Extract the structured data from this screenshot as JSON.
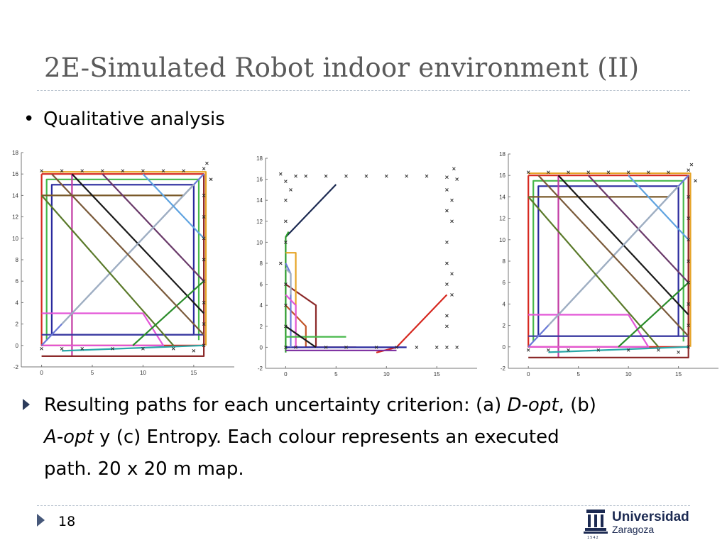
{
  "slide": {
    "title": "2E-Simulated Robot indoor environment (II)",
    "bullet": "Qualitative analysis",
    "caption": {
      "line1_a": "Resulting paths for each uncertainty criterion: (a) ",
      "line1_dopt": "D-opt",
      "line1_b": ", (b)",
      "line2_aopt": "A-opt",
      "line2_b": " y (c) Entropy.  Each colour represents an  executed",
      "line3": "path. 20 x 20 m map."
    },
    "page_number": "18",
    "logo": {
      "name": "Universidad",
      "city": "Zaragoza",
      "year": "1542",
      "icon": "university-crest-icon"
    }
  },
  "chart_data": [
    {
      "type": "line",
      "panel": "(a) D-opt",
      "xlim": [
        -2,
        19
      ],
      "ylim": [
        -2,
        18
      ],
      "xticks": [
        0,
        5,
        10,
        15
      ],
      "yticks": [
        -2,
        0,
        2,
        4,
        6,
        8,
        10,
        12,
        14,
        16,
        18
      ],
      "landmarks": [
        [
          0,
          16.3
        ],
        [
          2,
          16.3
        ],
        [
          4,
          16.3
        ],
        [
          6,
          16.3
        ],
        [
          8,
          16.3
        ],
        [
          10,
          16.3
        ],
        [
          12,
          16.3
        ],
        [
          14,
          16.3
        ],
        [
          16,
          16.5
        ],
        [
          16.7,
          15.5
        ],
        [
          16.3,
          17
        ],
        [
          16,
          14
        ],
        [
          16,
          12
        ],
        [
          16,
          10
        ],
        [
          16,
          8
        ],
        [
          16,
          6
        ],
        [
          16,
          4
        ],
        [
          16,
          2
        ],
        [
          16,
          0
        ],
        [
          15,
          -0.5
        ],
        [
          13,
          -0.3
        ],
        [
          10,
          -0.3
        ],
        [
          7,
          -0.3
        ],
        [
          4,
          -0.3
        ],
        [
          2,
          -0.3
        ],
        [
          0,
          -0.3
        ]
      ],
      "series": [
        {
          "color": "#d6281f",
          "points": [
            [
              0,
              16
            ],
            [
              16,
              16
            ],
            [
              16,
              0
            ],
            [
              0,
              0
            ],
            [
              0,
              16
            ]
          ]
        },
        {
          "color": "#2a2a9e",
          "points": [
            [
              1,
              1
            ],
            [
              1,
              15
            ],
            [
              15,
              15
            ],
            [
              15,
              1
            ],
            [
              1,
              1
            ]
          ]
        },
        {
          "color": "#47b84a",
          "points": [
            [
              0.5,
              0.5
            ],
            [
              0.5,
              15.5
            ],
            [
              15.5,
              15.5
            ],
            [
              15.5,
              0.5
            ]
          ]
        },
        {
          "color": "#e6a426",
          "points": [
            [
              0,
              16.2
            ],
            [
              16.2,
              16.2
            ],
            [
              16.2,
              0
            ]
          ]
        },
        {
          "color": "#c23aa3",
          "points": [
            [
              3,
              16
            ],
            [
              3,
              -1
            ]
          ]
        },
        {
          "color": "#7a5a2a",
          "points": [
            [
              0,
              14
            ],
            [
              14,
              14
            ],
            [
              15,
              15
            ]
          ]
        },
        {
          "color": "#e356d8",
          "points": [
            [
              0,
              3
            ],
            [
              10,
              3
            ],
            [
              12,
              0
            ],
            [
              0,
              0
            ]
          ]
        },
        {
          "color": "#8c2a2a",
          "points": [
            [
              0,
              -1
            ],
            [
              16,
              -1
            ],
            [
              16,
              16
            ]
          ]
        },
        {
          "color": "#3a3aa0",
          "points": [
            [
              0,
              1
            ],
            [
              16,
              1
            ]
          ]
        },
        {
          "color": "#1a1a1a",
          "points": [
            [
              3,
              16
            ],
            [
              16,
              3
            ]
          ]
        },
        {
          "color": "#6a3a6a",
          "points": [
            [
              6,
              16
            ],
            [
              16,
              6
            ]
          ]
        },
        {
          "color": "#6a7ad8",
          "points": [
            [
              0,
              0
            ],
            [
              16,
              16
            ]
          ]
        },
        {
          "color": "#a0b0c0",
          "points": [
            [
              2,
              2
            ],
            [
              15,
              15
            ]
          ]
        },
        {
          "color": "#5fa3e0",
          "points": [
            [
              10,
              16
            ],
            [
              16,
              10
            ]
          ]
        },
        {
          "color": "#5a7a2a",
          "points": [
            [
              0,
              14
            ],
            [
              13,
              0
            ]
          ]
        },
        {
          "color": "#2a8c2a",
          "points": [
            [
              9,
              0
            ],
            [
              16,
              6
            ]
          ]
        },
        {
          "color": "#2aa8a8",
          "points": [
            [
              2,
              -0.5
            ],
            [
              16,
              0
            ]
          ]
        },
        {
          "color": "#7a5a3a",
          "points": [
            [
              1,
              16
            ],
            [
              16,
              1
            ]
          ]
        }
      ]
    },
    {
      "type": "line",
      "panel": "(b) A-opt",
      "xlim": [
        -2,
        19
      ],
      "ylim": [
        -2,
        18
      ],
      "xticks": [
        0,
        5,
        10,
        15
      ],
      "yticks": [
        -2,
        0,
        2,
        4,
        6,
        8,
        10,
        12,
        14,
        16,
        18
      ],
      "landmarks": [
        [
          -0.5,
          16.5
        ],
        [
          0,
          15.8
        ],
        [
          1,
          16.3
        ],
        [
          2,
          16.3
        ],
        [
          4,
          16.3
        ],
        [
          6,
          16.3
        ],
        [
          8,
          16.3
        ],
        [
          10,
          16.3
        ],
        [
          12,
          16.3
        ],
        [
          14,
          16.3
        ],
        [
          16,
          16.2
        ],
        [
          16.7,
          17
        ],
        [
          17,
          16
        ],
        [
          16,
          15
        ],
        [
          16.5,
          14
        ],
        [
          16,
          13
        ],
        [
          16.5,
          12
        ],
        [
          16,
          10
        ],
        [
          16,
          8
        ],
        [
          16.5,
          7
        ],
        [
          16,
          6
        ],
        [
          16.5,
          5
        ],
        [
          16,
          3
        ],
        [
          16,
          2
        ],
        [
          15,
          0
        ],
        [
          16,
          0
        ],
        [
          17,
          0
        ],
        [
          13,
          0
        ],
        [
          11,
          0
        ],
        [
          9,
          0
        ],
        [
          6,
          0
        ],
        [
          4,
          0
        ],
        [
          1,
          0
        ],
        [
          0,
          0
        ],
        [
          0,
          2
        ],
        [
          0,
          4
        ],
        [
          0,
          6
        ],
        [
          -0.5,
          8
        ],
        [
          0,
          10
        ],
        [
          0,
          12
        ],
        [
          0,
          14
        ],
        [
          0.5,
          15
        ]
      ],
      "series": [
        {
          "color": "#1c2a52",
          "points": [
            [
              0,
              10.5
            ],
            [
              0.5,
              11
            ],
            [
              5,
              15.5
            ]
          ]
        },
        {
          "color": "#2a9a2a",
          "points": [
            [
              0,
              -0.5
            ],
            [
              0,
              10.5
            ],
            [
              0.3,
              11
            ]
          ]
        },
        {
          "color": "#d6281f",
          "points": [
            [
              9,
              -0.5
            ],
            [
              11,
              0
            ],
            [
              16,
              5
            ]
          ]
        },
        {
          "color": "#8c2a2a",
          "points": [
            [
              0,
              6
            ],
            [
              3,
              4
            ],
            [
              3,
              0
            ]
          ]
        },
        {
          "color": "#c2562a",
          "points": [
            [
              0,
              4
            ],
            [
              2,
              2
            ],
            [
              2,
              0
            ],
            [
              7,
              0
            ]
          ]
        },
        {
          "color": "#2a2a9e",
          "points": [
            [
              0,
              0
            ],
            [
              12,
              0
            ]
          ]
        },
        {
          "color": "#7a2a9e",
          "points": [
            [
              0,
              -0.3
            ],
            [
              11,
              -0.3
            ]
          ]
        },
        {
          "color": "#e6a426",
          "points": [
            [
              0,
              9
            ],
            [
              1,
              9
            ],
            [
              1,
              0
            ]
          ]
        },
        {
          "color": "#6a7ad8",
          "points": [
            [
              0,
              8
            ],
            [
              0.5,
              7
            ],
            [
              0.5,
              0
            ]
          ]
        },
        {
          "color": "#a0b0c0",
          "points": [
            [
              0,
              7.5
            ],
            [
              0.5,
              7
            ],
            [
              0.5,
              5
            ]
          ]
        },
        {
          "color": "#e356d8",
          "points": [
            [
              0,
              5
            ],
            [
              1,
              4
            ],
            [
              1,
              0
            ]
          ]
        },
        {
          "color": "#47b84a",
          "points": [
            [
              0,
              1
            ],
            [
              6,
              1
            ]
          ]
        },
        {
          "color": "#1a1a1a",
          "points": [
            [
              0,
              2
            ],
            [
              3,
              0
            ]
          ]
        }
      ]
    },
    {
      "type": "line",
      "panel": "(c) Entropy",
      "xlim": [
        -2,
        19
      ],
      "ylim": [
        -2,
        18
      ],
      "xticks": [
        0,
        5,
        10,
        15
      ],
      "yticks": [
        -2,
        0,
        2,
        4,
        6,
        8,
        10,
        12,
        14,
        16,
        18
      ],
      "landmarks": [
        [
          0,
          16.3
        ],
        [
          2,
          16.3
        ],
        [
          4,
          16.3
        ],
        [
          6,
          16.3
        ],
        [
          8,
          16.3
        ],
        [
          10,
          16.3
        ],
        [
          12,
          16.3
        ],
        [
          14,
          16.3
        ],
        [
          16,
          16.5
        ],
        [
          16.7,
          15.5
        ],
        [
          16.3,
          17
        ],
        [
          16,
          14
        ],
        [
          16,
          12
        ],
        [
          16,
          10
        ],
        [
          16,
          8
        ],
        [
          16,
          6
        ],
        [
          16,
          4
        ],
        [
          16,
          2
        ],
        [
          16,
          0
        ],
        [
          15,
          -0.5
        ],
        [
          13,
          -0.3
        ],
        [
          10,
          -0.3
        ],
        [
          7,
          -0.3
        ],
        [
          4,
          -0.3
        ],
        [
          2,
          -0.3
        ],
        [
          0,
          -0.3
        ]
      ],
      "series": [
        {
          "color": "#d6281f",
          "points": [
            [
              0,
              16
            ],
            [
              16,
              16
            ],
            [
              16,
              0
            ],
            [
              0,
              0
            ],
            [
              0,
              16
            ]
          ]
        },
        {
          "color": "#2a2a9e",
          "points": [
            [
              1,
              1
            ],
            [
              1,
              15
            ],
            [
              15,
              15
            ],
            [
              15,
              1
            ],
            [
              1,
              1
            ]
          ]
        },
        {
          "color": "#47b84a",
          "points": [
            [
              0.5,
              0.5
            ],
            [
              0.5,
              15.5
            ],
            [
              15.5,
              15.5
            ],
            [
              15.5,
              0.5
            ]
          ]
        },
        {
          "color": "#e6a426",
          "points": [
            [
              0,
              16.2
            ],
            [
              16.2,
              16.2
            ],
            [
              16.2,
              0
            ]
          ]
        },
        {
          "color": "#c23aa3",
          "points": [
            [
              3,
              16
            ],
            [
              3,
              -1
            ]
          ]
        },
        {
          "color": "#7a5a2a",
          "points": [
            [
              0,
              14
            ],
            [
              14,
              14
            ],
            [
              15,
              15
            ]
          ]
        },
        {
          "color": "#e356d8",
          "points": [
            [
              0,
              3
            ],
            [
              10,
              3
            ],
            [
              12,
              0
            ],
            [
              0,
              0
            ]
          ]
        },
        {
          "color": "#8c2a2a",
          "points": [
            [
              0,
              -1
            ],
            [
              16,
              -1
            ],
            [
              16,
              16
            ]
          ]
        },
        {
          "color": "#3a3aa0",
          "points": [
            [
              0,
              1
            ],
            [
              16,
              1
            ]
          ]
        },
        {
          "color": "#1a1a1a",
          "points": [
            [
              3,
              16
            ],
            [
              16,
              3
            ]
          ]
        },
        {
          "color": "#6a3a6a",
          "points": [
            [
              6,
              16
            ],
            [
              16,
              6
            ]
          ]
        },
        {
          "color": "#6a7ad8",
          "points": [
            [
              0,
              0
            ],
            [
              16,
              16
            ]
          ]
        },
        {
          "color": "#a0b0c0",
          "points": [
            [
              2,
              2
            ],
            [
              15,
              15
            ]
          ]
        },
        {
          "color": "#5fa3e0",
          "points": [
            [
              10,
              16
            ],
            [
              16,
              10
            ]
          ]
        },
        {
          "color": "#5a7a2a",
          "points": [
            [
              0,
              14
            ],
            [
              13,
              0
            ]
          ]
        },
        {
          "color": "#2a8c2a",
          "points": [
            [
              9,
              0
            ],
            [
              16,
              6
            ]
          ]
        },
        {
          "color": "#2aa8a8",
          "points": [
            [
              2,
              -0.5
            ],
            [
              16,
              0
            ]
          ]
        },
        {
          "color": "#7a5a3a",
          "points": [
            [
              1,
              16
            ],
            [
              16,
              1
            ]
          ]
        }
      ]
    }
  ]
}
